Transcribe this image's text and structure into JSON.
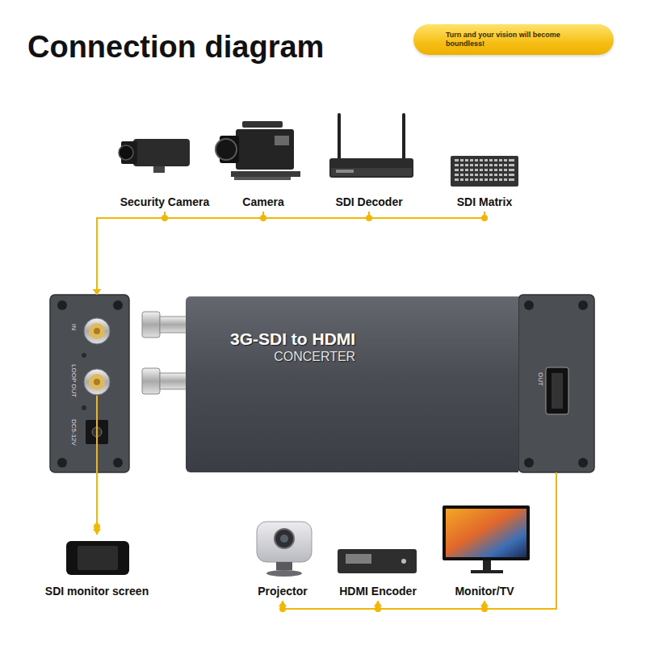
{
  "diagram": {
    "title": "Connection diagram",
    "nodes": [
      {
        "text": [
          "Turn and your vision will become boundless!"
        ]
      },
      {
        "text": [
          "Security Camera"
        ]
      },
      {
        "text": [
          "Camera"
        ]
      },
      {
        "text": [
          "SDI Decoder"
        ]
      },
      {
        "text": [
          "SDI Matrix"
        ]
      },
      {
        "text": [
          "IN",
          "LOOP OUT",
          "DC5-12V"
        ]
      },
      {
        "text": [
          "3G-SDI to HDMI",
          "CONCERTER"
        ]
      },
      {
        "text": [
          "OUT"
        ]
      },
      {
        "text": [
          "SDI monitor screen"
        ]
      },
      {
        "text": [
          "Projector"
        ]
      },
      {
        "text": [
          "HDMI Encoder"
        ]
      },
      {
        "text": [
          "Monitor/TV"
        ]
      }
    ],
    "edges": [
      {
        "from": 1,
        "to": 5,
        "arrow": "to"
      },
      {
        "from": 2,
        "to": 5,
        "arrow": "to"
      },
      {
        "from": 3,
        "to": 5,
        "arrow": "to"
      },
      {
        "from": 4,
        "to": 5,
        "arrow": "to"
      },
      {
        "from": 5,
        "to": 8,
        "arrow": "to"
      },
      {
        "from": 7,
        "to": 9,
        "arrow": "to"
      },
      {
        "from": 7,
        "to": 10,
        "arrow": "to"
      },
      {
        "from": 7,
        "to": 11,
        "arrow": "to"
      }
    ]
  }
}
